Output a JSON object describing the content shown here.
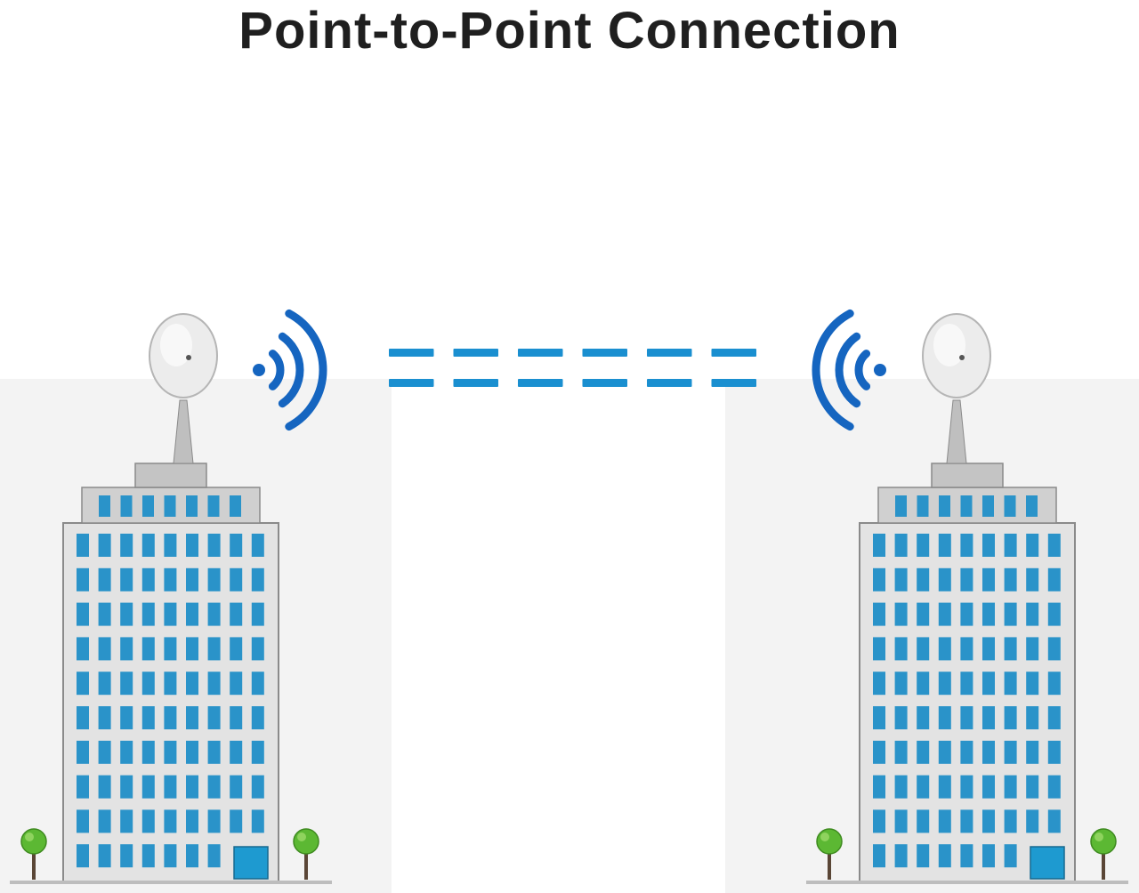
{
  "title": "Point-to-Point Connection",
  "colors": {
    "signal": "#1565c0",
    "link": "#1a8fd0",
    "window": "#2a93c9",
    "building": "#e3e3e3",
    "building_outline": "#8a8a8a",
    "tree": "#5cb833",
    "trunk": "#5a4636"
  },
  "icons": {
    "left_dish": "satellite-dish-icon",
    "right_dish": "satellite-dish-icon",
    "left_signal": "wifi-signal-icon",
    "right_signal": "wifi-signal-icon",
    "tree": "tree-icon"
  },
  "diagram": {
    "nodes": [
      {
        "id": "left-building",
        "kind": "building",
        "floors": 10,
        "window_columns": 9,
        "top_windows": 7
      },
      {
        "id": "right-building",
        "kind": "building",
        "floors": 10,
        "window_columns": 9,
        "top_windows": 7
      }
    ],
    "link": {
      "from": "left-building",
      "to": "right-building",
      "kind": "wireless-point-to-point",
      "dash_count": 6
    }
  }
}
